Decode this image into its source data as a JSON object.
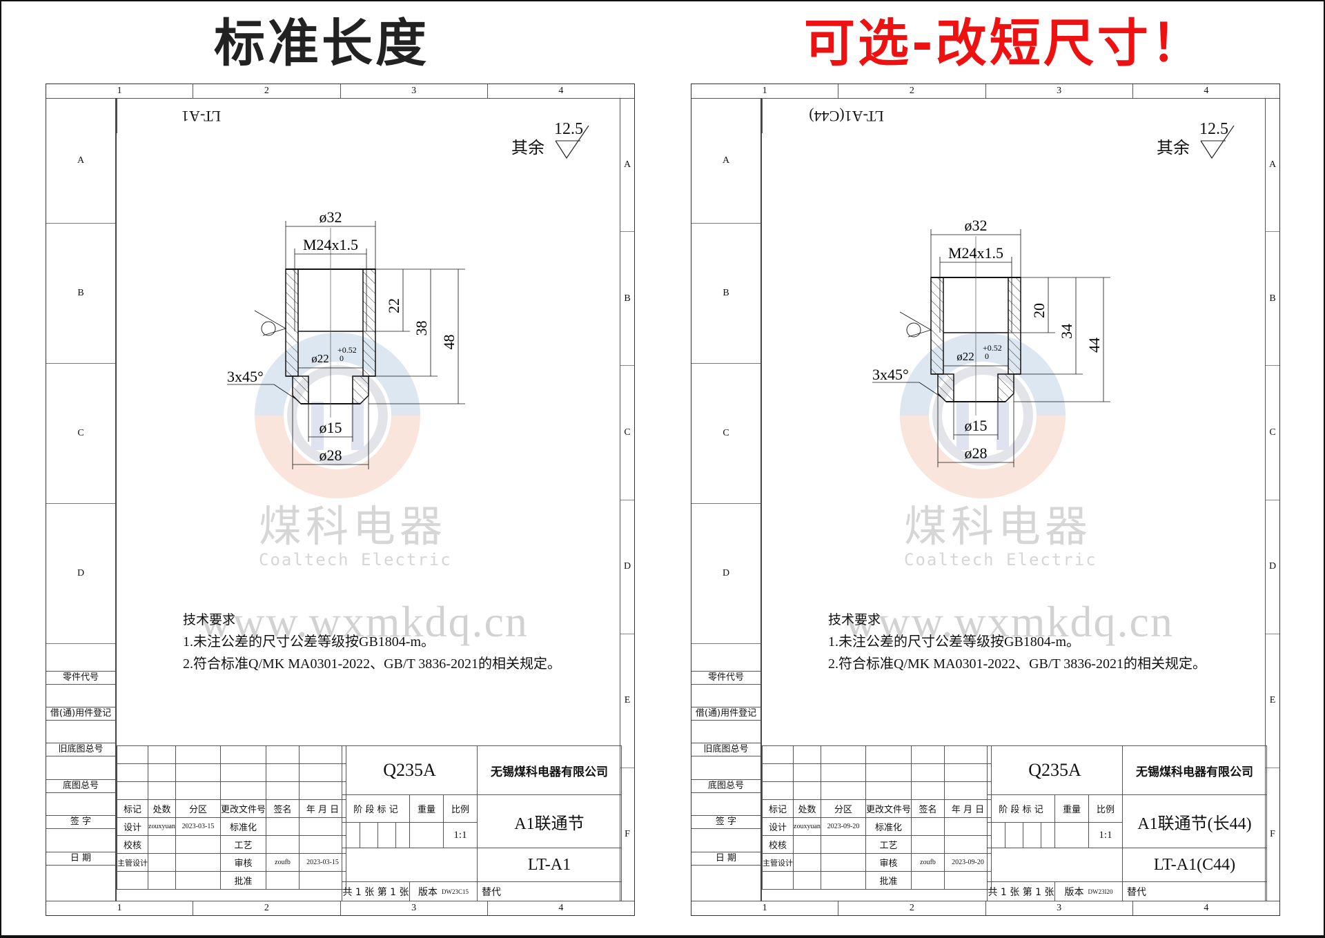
{
  "headlines": {
    "left": "标准长度",
    "right": "可选-改短尺寸！",
    "right_color": "#ee1111"
  },
  "sheets": [
    {
      "id": "standard",
      "column_labels": [
        "1",
        "2",
        "3",
        "4"
      ],
      "row_labels_left": [
        "A",
        "B",
        "C",
        "D"
      ],
      "row_labels_right": [
        "A",
        "B",
        "C",
        "D",
        "E",
        "F"
      ],
      "code_box_mirrored": "LT-A1",
      "roughness": {
        "label": "其余",
        "value": "12.5"
      },
      "dimensions": {
        "outer_diameter": "ø32",
        "thread": "M24x1.5",
        "thread_depth": "22",
        "bore_depth": "38",
        "total_length": "48",
        "bore_diameter": "ø22",
        "bore_tol_upper": "+0.52",
        "bore_tol_lower": "0",
        "chamfer": "3x45°",
        "hole_diameter": "ø15",
        "neck_diameter": "ø28"
      },
      "watermark": {
        "cn": "煤科电器",
        "en": "Coaltech Electric",
        "url": "www.wxmkdq.cn"
      },
      "requirements": {
        "title": "技术要求",
        "items": [
          "1.未注公差的尺寸公差等级按GB1804-m。",
          "2.符合标准Q/MK MA0301-2022、GB/T 3836-2021的相关规定。"
        ]
      },
      "left_strip_labels": [
        "零件代号",
        "借(通)用件登记",
        "旧底图总号",
        "底图总号",
        "签 字",
        "日 期"
      ],
      "revision_headers": [
        "标记",
        "处数",
        "分区",
        "更改文件号",
        "签名",
        "年 月 日"
      ],
      "approval": {
        "design_label": "设计",
        "designer": "zouxyuan",
        "design_date": "2023-03-15",
        "standardize_label": "标准化",
        "check_label": "校核",
        "process_label": "工艺",
        "chief_label": "主管设计",
        "review_label": "审核",
        "reviewer": "zoufb",
        "review_date": "2023-03-15",
        "approve_label": "批准"
      },
      "material": "Q235A",
      "company": "无锡煤科电器有限公司",
      "stage_label": "阶 段 标 记",
      "weight_label": "重量",
      "scale_label": "比例",
      "scale_value": "1:1",
      "part_name": "A1联通节",
      "drawing_no": "LT-A1",
      "sheets_info": "共 1 张  第 1 张",
      "version_label": "版本",
      "version_value": "DW23C15",
      "replace_label": "替代"
    },
    {
      "id": "shortened",
      "column_labels": [
        "1",
        "2",
        "3",
        "4"
      ],
      "row_labels_left": [
        "A",
        "B",
        "C",
        "D"
      ],
      "row_labels_right": [
        "A",
        "B",
        "C",
        "D",
        "E",
        "F"
      ],
      "code_box_mirrored": "LT-A1(C44)",
      "roughness": {
        "label": "其余",
        "value": "12.5"
      },
      "dimensions": {
        "outer_diameter": "ø32",
        "thread": "M24x1.5",
        "thread_depth": "20",
        "bore_depth": "34",
        "total_length": "44",
        "bore_diameter": "ø22",
        "bore_tol_upper": "+0.52",
        "bore_tol_lower": "0",
        "chamfer": "3x45°",
        "hole_diameter": "ø15",
        "neck_diameter": "ø28"
      },
      "watermark": {
        "cn": "煤科电器",
        "en": "Coaltech Electric",
        "url": "www.wxmkdq.cn"
      },
      "requirements": {
        "title": "技术要求",
        "items": [
          "1.未注公差的尺寸公差等级按GB1804-m。",
          "2.符合标准Q/MK MA0301-2022、GB/T 3836-2021的相关规定。"
        ]
      },
      "left_strip_labels": [
        "零件代号",
        "借(通)用件登记",
        "旧底图总号",
        "底图总号",
        "签 字",
        "日 期"
      ],
      "revision_headers": [
        "标记",
        "处数",
        "分区",
        "更改文件号",
        "签名",
        "年 月 日"
      ],
      "approval": {
        "design_label": "设计",
        "designer": "zouxyuan",
        "design_date": "2023-09-20",
        "standardize_label": "标准化",
        "check_label": "校核",
        "process_label": "工艺",
        "chief_label": "主管设计",
        "review_label": "审核",
        "reviewer": "zoufb",
        "review_date": "2023-09-20",
        "approve_label": "批准"
      },
      "material": "Q235A",
      "company": "无锡煤科电器有限公司",
      "stage_label": "阶 段 标 记",
      "weight_label": "重量",
      "scale_label": "比例",
      "scale_value": "1:1",
      "part_name": "A1联通节(长44)",
      "drawing_no": "LT-A1(C44)",
      "sheets_info": "共 1 张  第 1 张",
      "version_label": "版本",
      "version_value": "DW23I20",
      "replace_label": "替代"
    }
  ]
}
